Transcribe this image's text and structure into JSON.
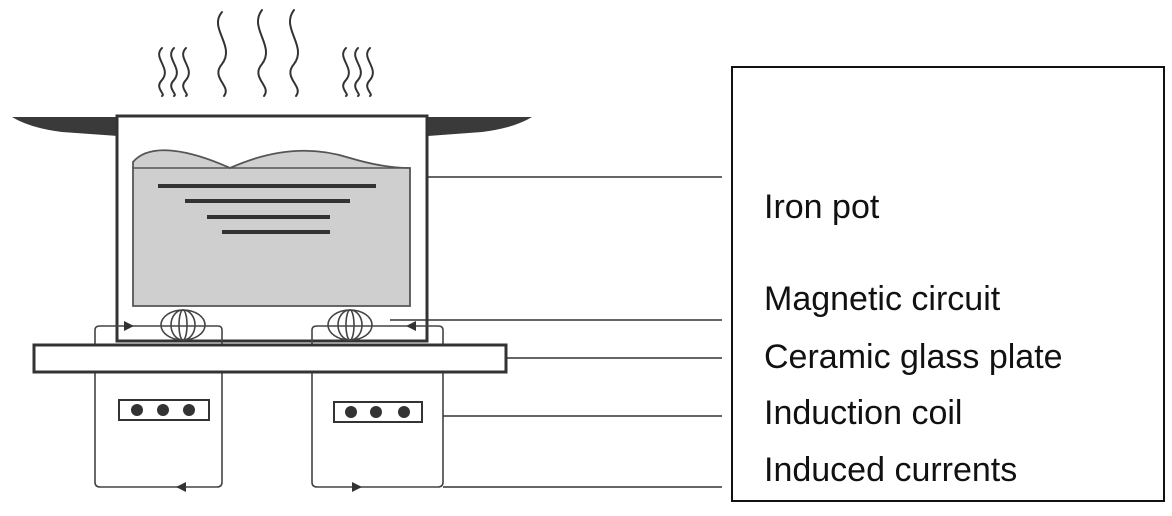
{
  "labels": {
    "iron_pot": "Iron pot",
    "magnetic_circuit": "Magnetic circuit",
    "ceramic_glass_plate": "Ceramic glass plate",
    "induction_coil": "Induction coil",
    "induced_currents": "Induced currents"
  },
  "colors": {
    "outline": "#333333",
    "fill_grey": "#cfcfcf",
    "rim_dark": "#3a3a3a"
  }
}
